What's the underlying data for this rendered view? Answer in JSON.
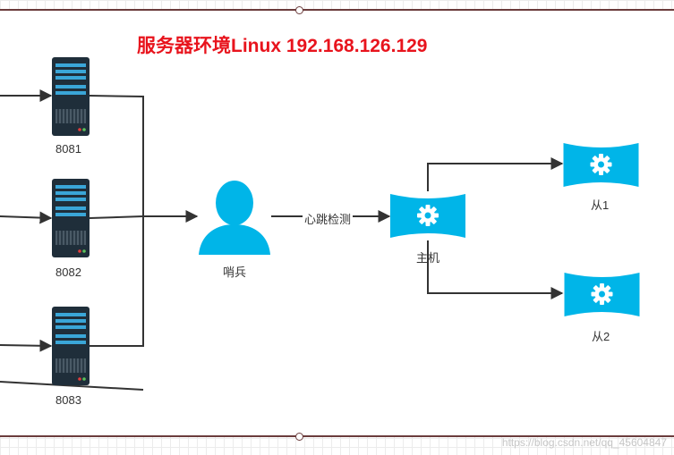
{
  "diagram": {
    "title": "服务器环境Linux  192.168.126.129",
    "servers": [
      {
        "label": "8081"
      },
      {
        "label": "8082"
      },
      {
        "label": "8083"
      }
    ],
    "sentinel": {
      "label": "哨兵"
    },
    "heartbeat_label": "心跳检测",
    "master": {
      "label": "主机"
    },
    "slaves": [
      {
        "label": "从1"
      },
      {
        "label": "从2"
      }
    ],
    "colors": {
      "title": "#e8141d",
      "accent": "#00b5e8",
      "server_body": "#1f2e3a",
      "line": "#333333"
    },
    "icons": [
      "server-icon",
      "user-icon",
      "gear-icon"
    ]
  },
  "watermark": "https://blog.csdn.net/qq_45604847"
}
